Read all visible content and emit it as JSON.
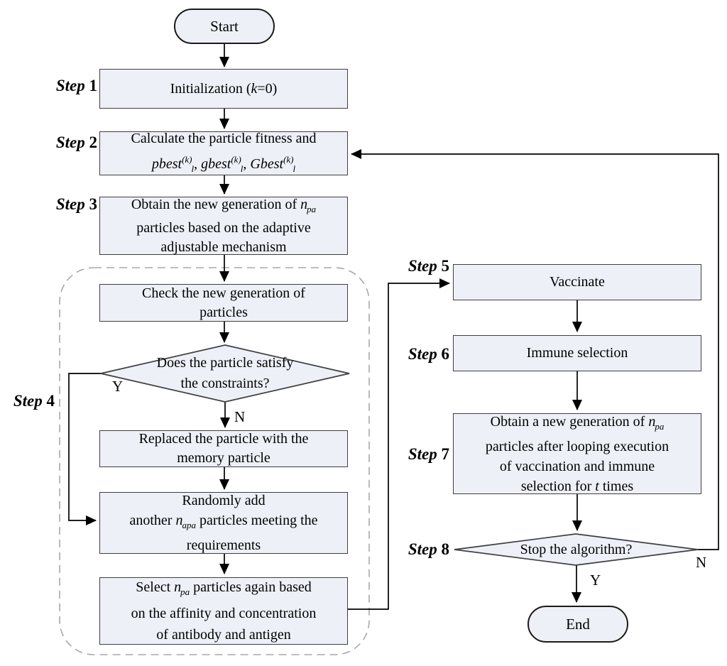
{
  "colors": {
    "background": "#ffffff",
    "node_fill": "#edf0f6",
    "node_border": "#3f3f3f",
    "oval_border": "#1a1a1a",
    "connector": "#000000",
    "dashed_border": "#a8a8a8",
    "text": "#000000"
  },
  "nodes": {
    "start": {
      "lines": [
        [
          {
            "t": "Start"
          }
        ]
      ]
    },
    "init": {
      "lines": [
        [
          {
            "t": "Initialization ("
          },
          {
            "t": "k",
            "c": "i"
          },
          {
            "t": "=0)"
          }
        ]
      ]
    },
    "calc_fitness": {
      "lines": [
        [
          {
            "t": "Calculate the particle fitness and"
          }
        ],
        [
          {
            "t": "pbest",
            "c": "i"
          },
          {
            "t": "(k)",
            "c": "sup i"
          },
          {
            "t": "l",
            "c": "sub i"
          },
          {
            "t": ", "
          },
          {
            "t": "gbest",
            "c": "i"
          },
          {
            "t": "(k)",
            "c": "sup i"
          },
          {
            "t": "l",
            "c": "sub i"
          },
          {
            "t": ", "
          },
          {
            "t": "Gbest",
            "c": "i"
          },
          {
            "t": "(k)",
            "c": "sup i"
          },
          {
            "t": "l",
            "c": "sub i"
          }
        ]
      ]
    },
    "obtain_generation": {
      "lines": [
        [
          {
            "t": "Obtain the new generation of "
          },
          {
            "t": "n",
            "c": "i"
          },
          {
            "t": "pa",
            "c": "sub i"
          }
        ],
        [
          {
            "t": "particles based on the adaptive"
          }
        ],
        [
          {
            "t": "adjustable mechanism"
          }
        ]
      ]
    },
    "check_generation": {
      "lines": [
        [
          {
            "t": "Check the new generation of"
          }
        ],
        [
          {
            "t": "particles"
          }
        ]
      ]
    },
    "constraint_decision": {
      "lines": [
        [
          {
            "t": "Does the particle satisfy"
          }
        ],
        [
          {
            "t": "the constraints?"
          }
        ]
      ]
    },
    "replace_particle": {
      "lines": [
        [
          {
            "t": "Replaced the particle with the"
          }
        ],
        [
          {
            "t": "memory particle"
          }
        ]
      ]
    },
    "randomly_add": {
      "lines": [
        [
          {
            "t": "Randomly add"
          }
        ],
        [
          {
            "t": "another "
          },
          {
            "t": "n",
            "c": "i"
          },
          {
            "t": "apa",
            "c": "sub i"
          },
          {
            "t": " particles meeting the"
          }
        ],
        [
          {
            "t": "requirements"
          }
        ]
      ]
    },
    "select_again": {
      "lines": [
        [
          {
            "t": "Select "
          },
          {
            "t": "n",
            "c": "i"
          },
          {
            "t": "pa",
            "c": "sub i"
          },
          {
            "t": " particles again based"
          }
        ],
        [
          {
            "t": "on the affinity and concentration"
          }
        ],
        [
          {
            "t": "of antibody and antigen"
          }
        ]
      ]
    },
    "vaccinate": {
      "lines": [
        [
          {
            "t": "Vaccinate"
          }
        ]
      ]
    },
    "immune_selection": {
      "lines": [
        [
          {
            "t": "Immune selection"
          }
        ]
      ]
    },
    "obtain_loop": {
      "lines": [
        [
          {
            "t": "Obtain a new generation of "
          },
          {
            "t": "n",
            "c": "i"
          },
          {
            "t": "pa",
            "c": "sub i"
          }
        ],
        [
          {
            "t": "particles after looping execution"
          }
        ],
        [
          {
            "t": "of vaccination and immune"
          }
        ],
        [
          {
            "t": "selection for "
          },
          {
            "t": "t",
            "c": "i"
          },
          {
            "t": " times"
          }
        ]
      ]
    },
    "stop_decision": {
      "lines": [
        [
          {
            "t": "Stop the algorithm?"
          }
        ]
      ]
    },
    "end": {
      "lines": [
        [
          {
            "t": "End"
          }
        ]
      ]
    }
  },
  "step_labels": {
    "s1": {
      "lines": [
        [
          {
            "t": "Step ",
            "c": "bi"
          },
          {
            "t": "1",
            "c": "b"
          }
        ]
      ]
    },
    "s2": {
      "lines": [
        [
          {
            "t": "Step ",
            "c": "bi"
          },
          {
            "t": "2",
            "c": "b"
          }
        ]
      ]
    },
    "s3": {
      "lines": [
        [
          {
            "t": "Step ",
            "c": "bi"
          },
          {
            "t": "3",
            "c": "b"
          }
        ]
      ]
    },
    "s4": {
      "lines": [
        [
          {
            "t": "Step ",
            "c": "bi"
          },
          {
            "t": "4",
            "c": "b"
          }
        ]
      ]
    },
    "s5": {
      "lines": [
        [
          {
            "t": "Step ",
            "c": "bi"
          },
          {
            "t": "5",
            "c": "b"
          }
        ]
      ]
    },
    "s6": {
      "lines": [
        [
          {
            "t": "Step ",
            "c": "bi"
          },
          {
            "t": "6",
            "c": "b"
          }
        ]
      ]
    },
    "s7": {
      "lines": [
        [
          {
            "t": "Step ",
            "c": "bi"
          },
          {
            "t": "7",
            "c": "b"
          }
        ]
      ]
    },
    "s8": {
      "lines": [
        [
          {
            "t": "Step ",
            "c": "bi"
          },
          {
            "t": "8",
            "c": "b"
          }
        ]
      ]
    }
  },
  "edge_labels": {
    "constraint_yes": "Y",
    "constraint_no": "N",
    "stop_yes": "Y",
    "stop_no": "N"
  }
}
